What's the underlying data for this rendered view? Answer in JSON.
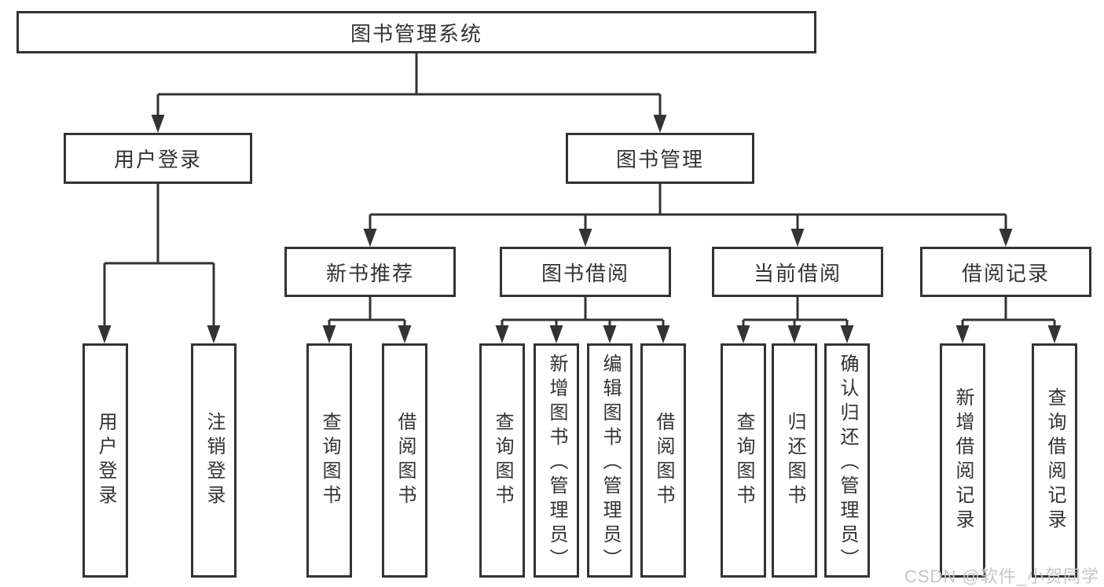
{
  "root": {
    "label": "图书管理系统"
  },
  "branches": {
    "user": {
      "label": "用户登录",
      "children": [
        {
          "label": "用户登录"
        },
        {
          "label": "注销登录"
        }
      ]
    },
    "book": {
      "label": "图书管理",
      "sections": [
        {
          "label": "新书推荐",
          "children": [
            {
              "label": "查询图书"
            },
            {
              "label": "借阅图书"
            }
          ]
        },
        {
          "label": "图书借阅",
          "children": [
            {
              "label": "查询图书"
            },
            {
              "label": "新增图书（管理员）"
            },
            {
              "label": "编辑图书（管理员）"
            },
            {
              "label": "借阅图书"
            }
          ]
        },
        {
          "label": "当前借阅",
          "children": [
            {
              "label": "查询图书"
            },
            {
              "label": "归还图书"
            },
            {
              "label": "确认归还（管理员）"
            }
          ]
        },
        {
          "label": "借阅记录",
          "children": [
            {
              "label": "新增借阅记录"
            },
            {
              "label": "查询借阅记录"
            }
          ]
        }
      ]
    }
  },
  "watermark": "CSDN @软件_小贺同学",
  "colors": {
    "line": "#333333",
    "text": "#333333",
    "watermark_text": "#c6c6c6",
    "background": "#ffffff"
  }
}
